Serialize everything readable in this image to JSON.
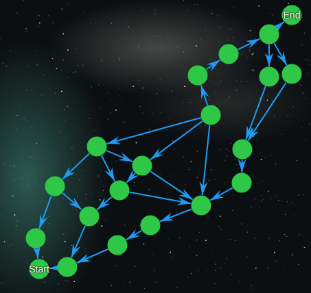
{
  "diagram": {
    "nodes": [
      {
        "text": [
          "Start"
        ]
      },
      {
        "text": []
      },
      {
        "text": []
      },
      {
        "text": []
      },
      {
        "text": []
      },
      {
        "text": []
      },
      {
        "text": []
      },
      {
        "text": []
      },
      {
        "text": []
      },
      {
        "text": []
      },
      {
        "text": []
      },
      {
        "text": []
      },
      {
        "text": []
      },
      {
        "text": []
      },
      {
        "text": []
      },
      {
        "text": []
      },
      {
        "text": []
      },
      {
        "text": []
      },
      {
        "text": []
      },
      {
        "text": [
          "End"
        ]
      }
    ],
    "edges": [
      {
        "from": 16,
        "to": 19,
        "arrow": "to"
      },
      {
        "from": 16,
        "to": 17,
        "arrow": "to"
      },
      {
        "from": 16,
        "to": 18,
        "arrow": "to"
      },
      {
        "from": 15,
        "to": 16,
        "arrow": "to"
      },
      {
        "from": 14,
        "to": 15,
        "arrow": "to"
      },
      {
        "from": 13,
        "to": 14,
        "arrow": "to"
      },
      {
        "from": 17,
        "to": 12,
        "arrow": "to"
      },
      {
        "from": 18,
        "to": 12,
        "arrow": "to"
      },
      {
        "from": 12,
        "to": 11,
        "arrow": "to"
      },
      {
        "from": 11,
        "to": 10,
        "arrow": "to"
      },
      {
        "from": 10,
        "to": 9,
        "arrow": "to"
      },
      {
        "from": 9,
        "to": 8,
        "arrow": "to"
      },
      {
        "from": 8,
        "to": 1,
        "arrow": "to"
      },
      {
        "from": 13,
        "to": 10,
        "arrow": "to"
      },
      {
        "from": 13,
        "to": 4,
        "arrow": "to"
      },
      {
        "from": 13,
        "to": 7,
        "arrow": "to"
      },
      {
        "from": 4,
        "to": 3,
        "arrow": "to"
      },
      {
        "from": 3,
        "to": 2,
        "arrow": "to"
      },
      {
        "from": 2,
        "to": 0,
        "arrow": "to"
      },
      {
        "from": 4,
        "to": 7,
        "arrow": "to"
      },
      {
        "from": 4,
        "to": 6,
        "arrow": "to"
      },
      {
        "from": 7,
        "to": 6,
        "arrow": "to"
      },
      {
        "from": 7,
        "to": 10,
        "arrow": "to"
      },
      {
        "from": 6,
        "to": 5,
        "arrow": "to"
      },
      {
        "from": 6,
        "to": 10,
        "arrow": "to"
      },
      {
        "from": 3,
        "to": 5,
        "arrow": "to"
      },
      {
        "from": 5,
        "to": 1,
        "arrow": "to"
      },
      {
        "from": 1,
        "to": 0,
        "arrow": "to"
      }
    ]
  }
}
